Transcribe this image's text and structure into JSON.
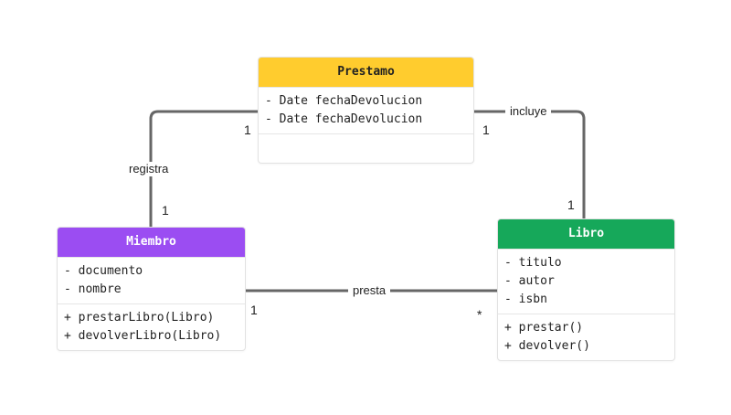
{
  "colors": {
    "prestamo_header": "#FFCC2E",
    "miembro_header": "#9B4DF2",
    "libro_header": "#16A85A",
    "connector": "#666666"
  },
  "classes": {
    "prestamo": {
      "name": "Prestamo",
      "attributes": [
        "- Date fechaDevolucion",
        "- Date fechaDevolucion"
      ],
      "methods": []
    },
    "miembro": {
      "name": "Miembro",
      "attributes": [
        "- documento",
        "- nombre"
      ],
      "methods": [
        "+ prestarLibro(Libro)",
        "+ devolverLibro(Libro)"
      ]
    },
    "libro": {
      "name": "Libro",
      "attributes": [
        "- titulo",
        "- autor",
        "- isbn"
      ],
      "methods": [
        "+ prestar()",
        "+ devolver()"
      ]
    }
  },
  "relations": {
    "registra": {
      "label": "registra",
      "mult_prestamo": "1",
      "mult_miembro": "1"
    },
    "incluye": {
      "label": "incluye",
      "mult_prestamo": "1",
      "mult_libro": "1"
    },
    "presta": {
      "label": "presta",
      "mult_miembro": "1",
      "mult_libro": "*"
    }
  }
}
